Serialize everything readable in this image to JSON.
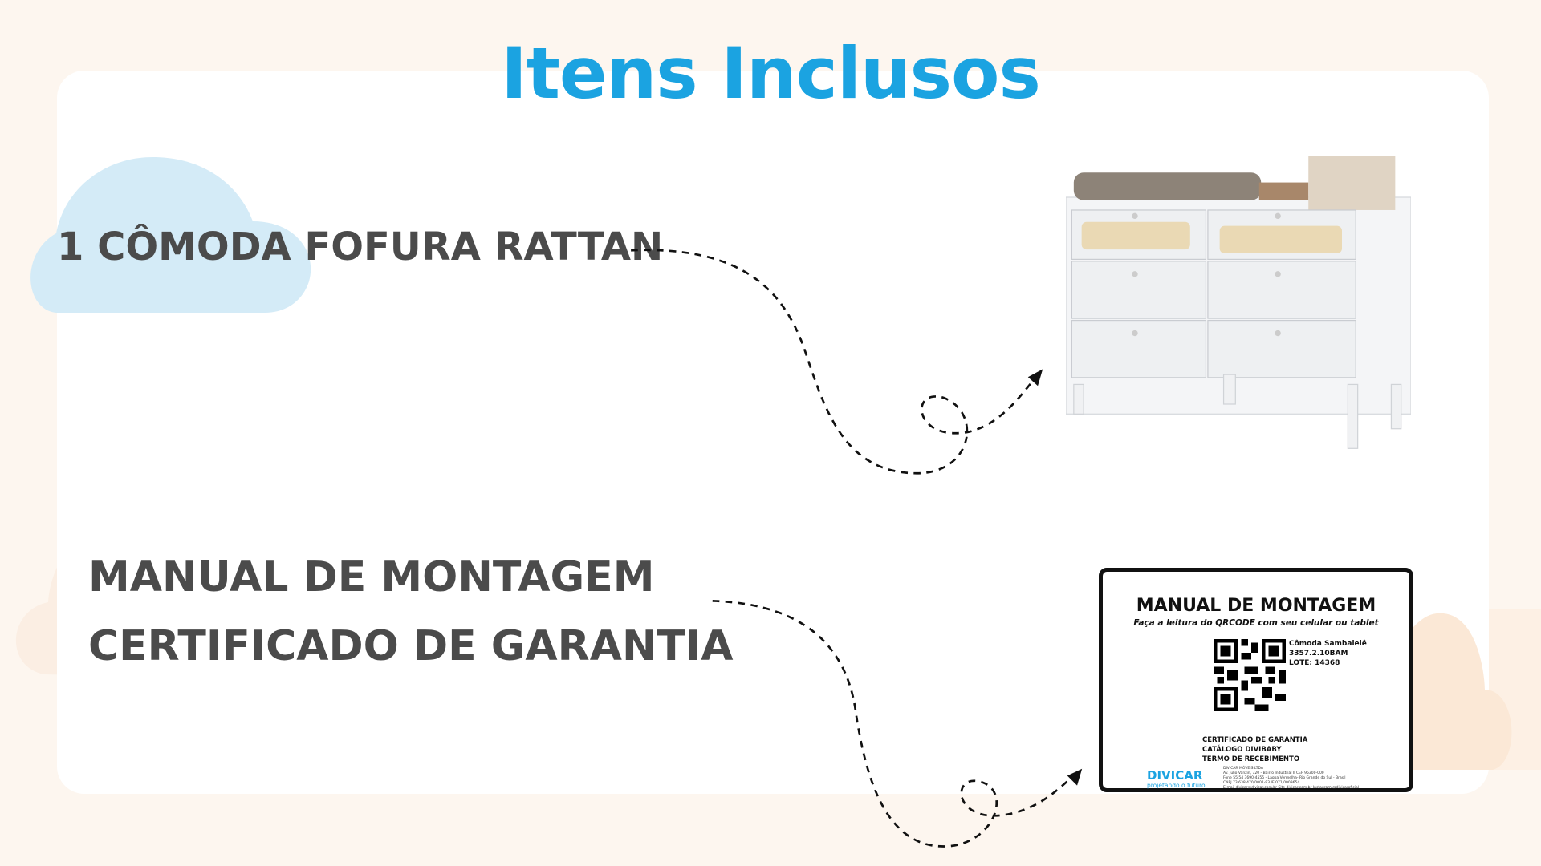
{
  "title": "Itens Inclusos",
  "items": {
    "dresser": "1 CÔMODA FOFURA RATTAN",
    "manual": "MANUAL DE MONTAGEM",
    "warranty": "CERTIFICADO DE GARANTIA"
  },
  "card": {
    "title": "MANUAL DE MONTAGEM",
    "subtitle": "Faça a leitura do QRCODE com seu celular ou tablet",
    "product": [
      "Cômoda Sambalelê",
      "3357.2.10BAM",
      "LOTE: 14368"
    ],
    "docs": [
      "CERTIFICADO DE GARANTIA",
      "CATÁLOGO DIVIBABY",
      "TERMO DE RECEBIMENTO"
    ],
    "brand": "DIVICAR",
    "tagline": "projetando o futuro",
    "address": [
      "DIVICAR MÓVEIS LTDA",
      "Av. Julio Vanzin, 720 - Bairro Industrial II CEP 95300-000",
      "Fone 55 54 3690-4555 - Lagoa Vermelha- Rio Grande do Sul - Brasil",
      "CNPJ 73.638.470/0001-93   IE 071/0009654",
      "E-mail divicar@divicar.com.br  Site divicar.com.br  Instagram @divicaroficial"
    ]
  },
  "colors": {
    "title": "#1ba3e1",
    "text": "#4b4b4b",
    "background": "#fdf6ef",
    "cloud_blue": "#d4ebf7",
    "cloud_peach": "#fbeadb"
  }
}
